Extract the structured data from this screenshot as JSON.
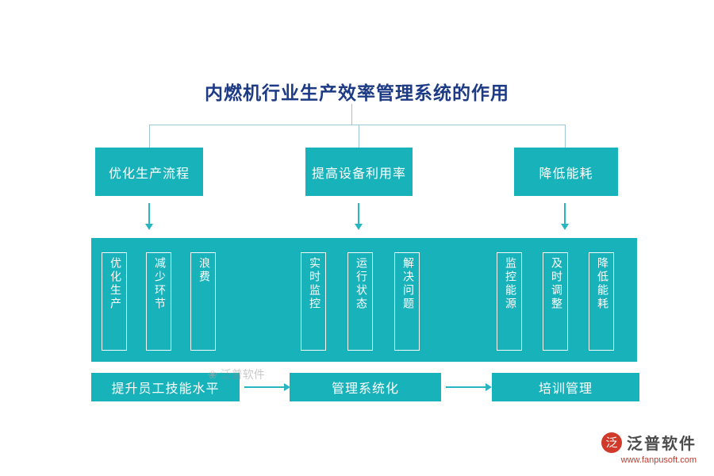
{
  "title": "内燃机行业生产效率管理系统的作用",
  "colors": {
    "teal": "#18b2ba",
    "title_blue": "#1d3a85",
    "connector": "#9fc6d4",
    "logo_red": "#d03a2b"
  },
  "top_boxes": [
    {
      "label": "优化生产流程"
    },
    {
      "label": "提高设备利用率"
    },
    {
      "label": "降低能耗"
    }
  ],
  "band_groups": [
    {
      "items": [
        "优化生产",
        "减少环节",
        "浪费"
      ]
    },
    {
      "items": [
        "实时监控",
        "运行状态",
        "解决问题"
      ]
    },
    {
      "items": [
        "监控能源",
        "及时调整",
        "降低能耗"
      ]
    }
  ],
  "bottom_boxes": [
    {
      "label": "提升员工技能水平"
    },
    {
      "label": "管理系统化"
    },
    {
      "label": "培训管理"
    }
  ],
  "watermark": {
    "icon": "fanpu-mark",
    "text": "泛普软件"
  },
  "logo": {
    "icon_char": "泛",
    "name": "泛普软件",
    "url": "www.fanpusoft.com"
  }
}
